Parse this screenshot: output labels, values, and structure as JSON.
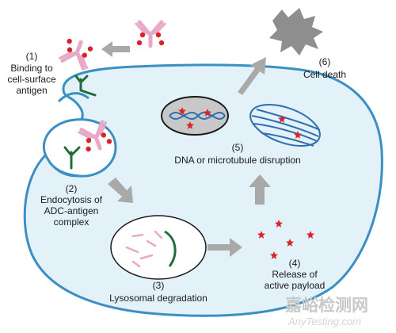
{
  "colors": {
    "cell_fill": "#e3f1f8",
    "cell_stroke": "#3b8fc2",
    "antibody": "#e8a9c8",
    "payload": "#d8232a",
    "antigen": "#1f6e3a",
    "arrow": "#a9a9a9",
    "dead_cell": "#8e8e8e"
  },
  "steps": {
    "s1": {
      "num": "(1)",
      "line1": "Binding to",
      "line2": "cell-surface",
      "line3": "antigen"
    },
    "s2": {
      "num": "(2)",
      "line1": "Endocytosis of",
      "line2": "ADC-antigen",
      "line3": "complex"
    },
    "s3": {
      "num": "(3)",
      "line1": "Lysosomal degradation"
    },
    "s4": {
      "num": "(4)",
      "line1": "Release of",
      "line2": "active payload"
    },
    "s5": {
      "num": "(5)",
      "line1": "DNA or microtubule disruption"
    },
    "s6": {
      "num": "(6)",
      "line1": "Cell death"
    }
  },
  "watermark": {
    "cn": "嘉峪检测网",
    "en": "AnyTesting.com"
  }
}
